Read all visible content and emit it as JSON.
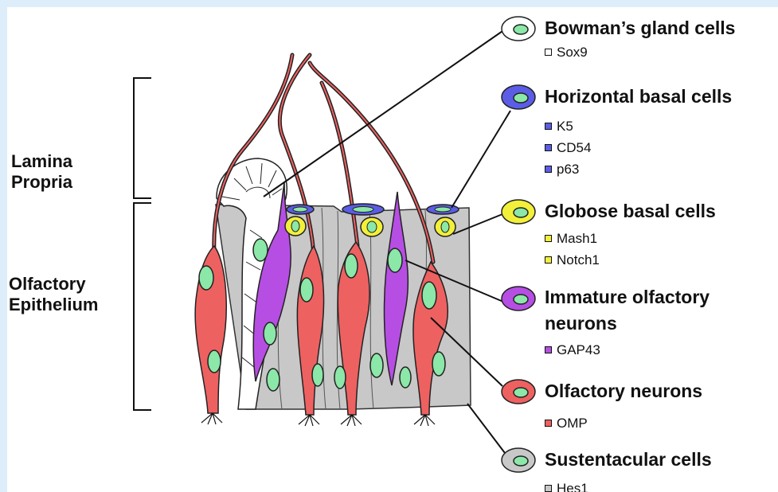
{
  "regions": {
    "lamina_propria": [
      "Lamina",
      "Propria"
    ],
    "olfactory_epithelium": [
      "Olfactory",
      "Epithelium"
    ]
  },
  "colors": {
    "bowman": "#ffffff",
    "horizontal_basal": "#5b5de6",
    "globose_basal": "#f3f03a",
    "immature_neuron": "#b64ee4",
    "olfactory_neuron": "#ee6161",
    "sustentacular": "#c8c8c8",
    "nucleus": "#8be8a8"
  },
  "cell_types": [
    {
      "key": "bowman",
      "title": [
        "Bowman’s gland cells"
      ],
      "markers": [
        "Sox9"
      ]
    },
    {
      "key": "horizontal_basal",
      "title": [
        "Horizontal basal cells"
      ],
      "markers": [
        "K5",
        "CD54",
        "p63"
      ]
    },
    {
      "key": "globose_basal",
      "title": [
        "Globose basal cells"
      ],
      "markers": [
        "Mash1",
        "Notch1"
      ]
    },
    {
      "key": "immature_neuron",
      "title": [
        "Immature olfactory",
        "neurons"
      ],
      "markers": [
        "GAP43"
      ]
    },
    {
      "key": "olfactory_neuron",
      "title": [
        "Olfactory neurons"
      ],
      "markers": [
        "OMP"
      ]
    },
    {
      "key": "sustentacular",
      "title": [
        "Sustentacular cells"
      ],
      "markers": [
        "Hes1"
      ]
    }
  ]
}
